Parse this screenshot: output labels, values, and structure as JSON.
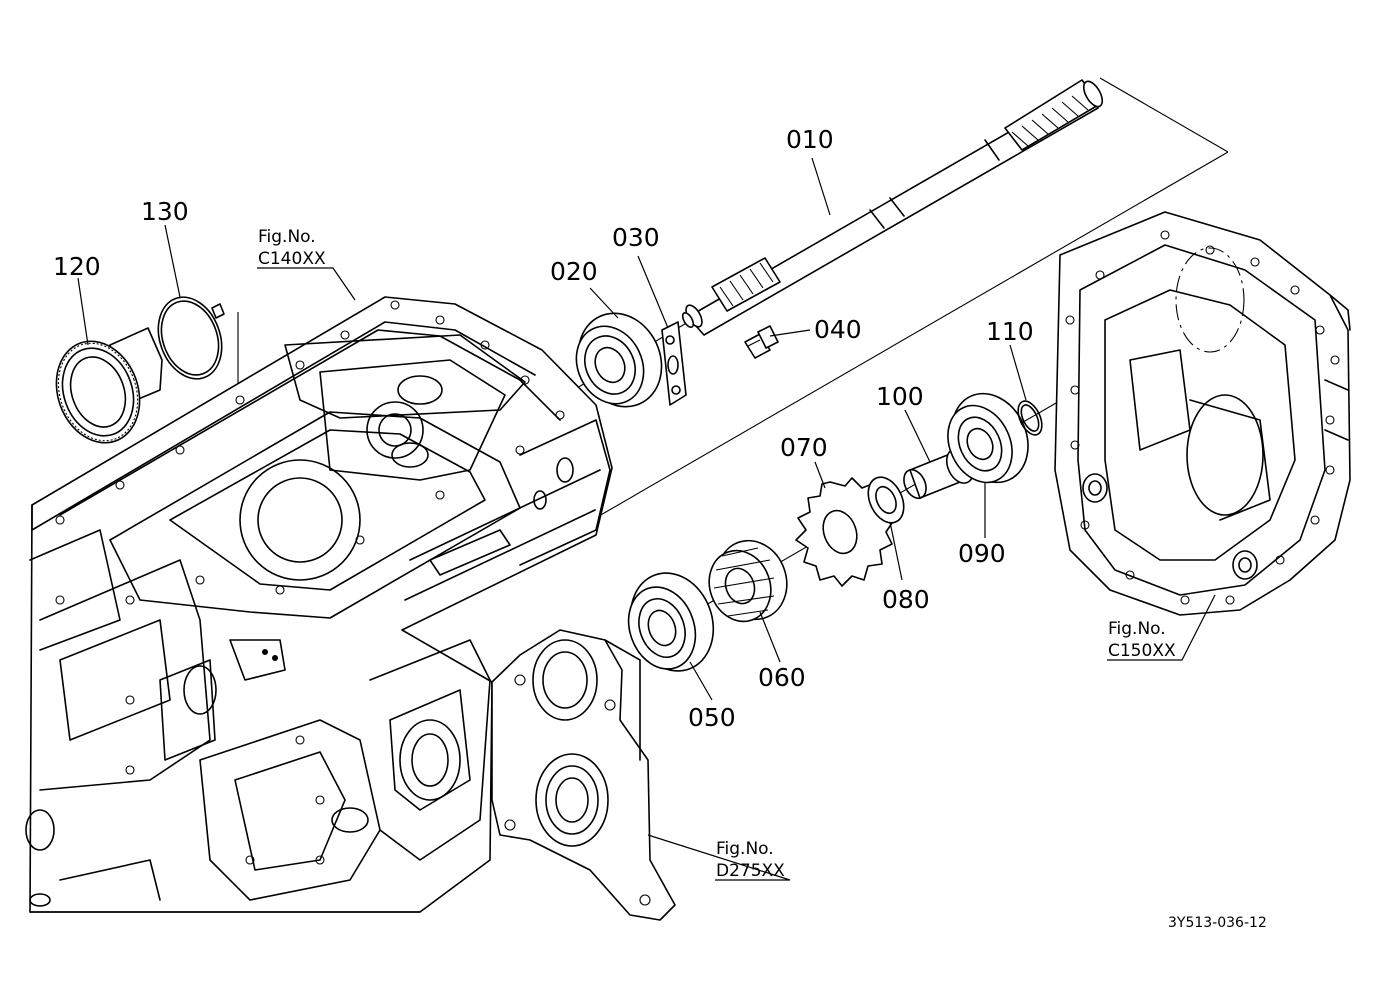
{
  "parts": [
    {
      "id": "010",
      "label": "010"
    },
    {
      "id": "020",
      "label": "020"
    },
    {
      "id": "030",
      "label": "030"
    },
    {
      "id": "040",
      "label": "040"
    },
    {
      "id": "050",
      "label": "050"
    },
    {
      "id": "060",
      "label": "060"
    },
    {
      "id": "070",
      "label": "070"
    },
    {
      "id": "080",
      "label": "080"
    },
    {
      "id": "090",
      "label": "090"
    },
    {
      "id": "100",
      "label": "100"
    },
    {
      "id": "110",
      "label": "110"
    },
    {
      "id": "120",
      "label": "120"
    },
    {
      "id": "130",
      "label": "130"
    }
  ],
  "figure_refs": [
    {
      "prefix": "Fig.No.",
      "code": "C140XX"
    },
    {
      "prefix": "Fig.No.",
      "code": "C150XX"
    },
    {
      "prefix": "Fig.No.",
      "code": "D275XX"
    }
  ],
  "drawing_code": "3Y513-036-12"
}
